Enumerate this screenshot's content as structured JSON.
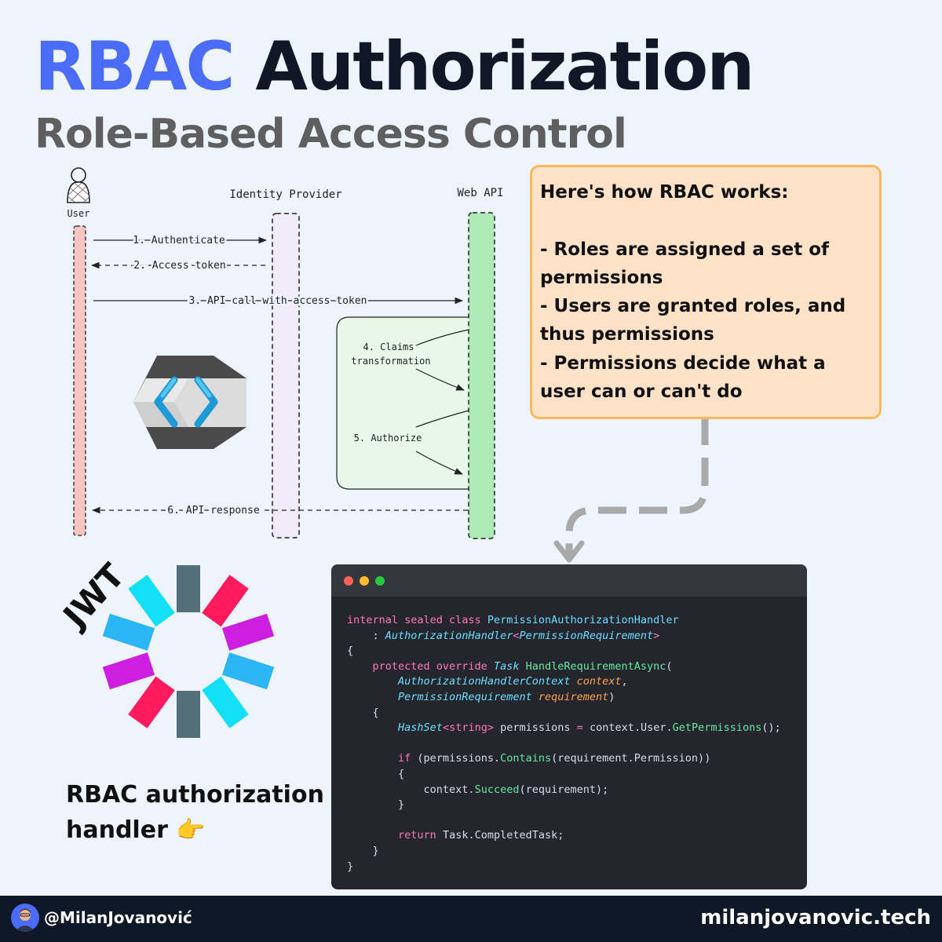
{
  "header": {
    "title_accent": "RBAC",
    "title_rest": "Authorization",
    "subtitle": "Role-Based Access Control"
  },
  "diagram": {
    "actors": {
      "user": "User",
      "identity_provider": "Identity Provider",
      "web_api": "Web API"
    },
    "messages": {
      "m1": "1. Authenticate",
      "m2": "2. Access token",
      "m3": "3. API call with access token",
      "m4_line1": "4. Claims",
      "m4_line2": "transformation",
      "m5": "5. Authorize",
      "m6": "6. API response"
    },
    "jwt_label": "JWT"
  },
  "info_box": {
    "heading": "Here's how RBAC works:",
    "bullet1": "- Roles are assigned a set of permissions",
    "bullet2": "- Users are granted roles, and thus permissions",
    "bullet3": "- Permissions decide what a user can or can't do"
  },
  "code": {
    "l1": {
      "kw": "internal sealed class ",
      "name": "PermissionAuthorizationHandler"
    },
    "l2": {
      "pre": "    : ",
      "base": "AuthorizationHandler",
      "open": "<",
      "gen": "PermissionRequirement",
      "close": ">"
    },
    "l3": "{",
    "l4": {
      "pre": "    ",
      "kw": "protected override ",
      "type": "Task ",
      "fn": "HandleRequirementAsync",
      "post": "("
    },
    "l5": {
      "pre": "        ",
      "type": "AuthorizationHandlerContext ",
      "param": "context",
      "post": ","
    },
    "l6": {
      "pre": "        ",
      "type": "PermissionRequirement ",
      "param": "requirement",
      "post": ")"
    },
    "l7": "    {",
    "l8": {
      "pre": "        ",
      "type": "HashSet",
      "lt": "<",
      "str": "string",
      "gt": ">",
      "mid": " permissions ",
      "eq": "=",
      "mid2": " context.User.",
      "fn": "GetPermissions",
      "post": "();"
    },
    "l9": "",
    "l10": {
      "pre": "        ",
      "kw": "if",
      "mid": " (permissions.",
      "fn": "Contains",
      "post": "(requirement.Permission))"
    },
    "l11": "        {",
    "l12": {
      "pre": "            context.",
      "fn": "Succeed",
      "post": "(requirement);"
    },
    "l13": "        }",
    "l14": "",
    "l15": {
      "pre": "        ",
      "kw": "return",
      "post": " Task.CompletedTask;"
    },
    "l16": "    }",
    "l17": "}"
  },
  "caption": {
    "line1": "RBAC authorization",
    "line2": "handler",
    "emoji": "👉"
  },
  "footer": {
    "handle": "@MilanJovanović",
    "site": "milanjovanovic.tech"
  },
  "colors": {
    "accent": "#4a6cf7",
    "title": "#101827",
    "subtitle": "#5f5f5f",
    "info_bg": "#fde2c8",
    "info_border": "#f5bb5c",
    "user_lifeline": "#f8c4c4",
    "idp_lifeline": "#f2ecfa",
    "api_lifeline": "#aeeab4",
    "code_bg": "#25262d",
    "footer_bg": "#0f1827"
  }
}
